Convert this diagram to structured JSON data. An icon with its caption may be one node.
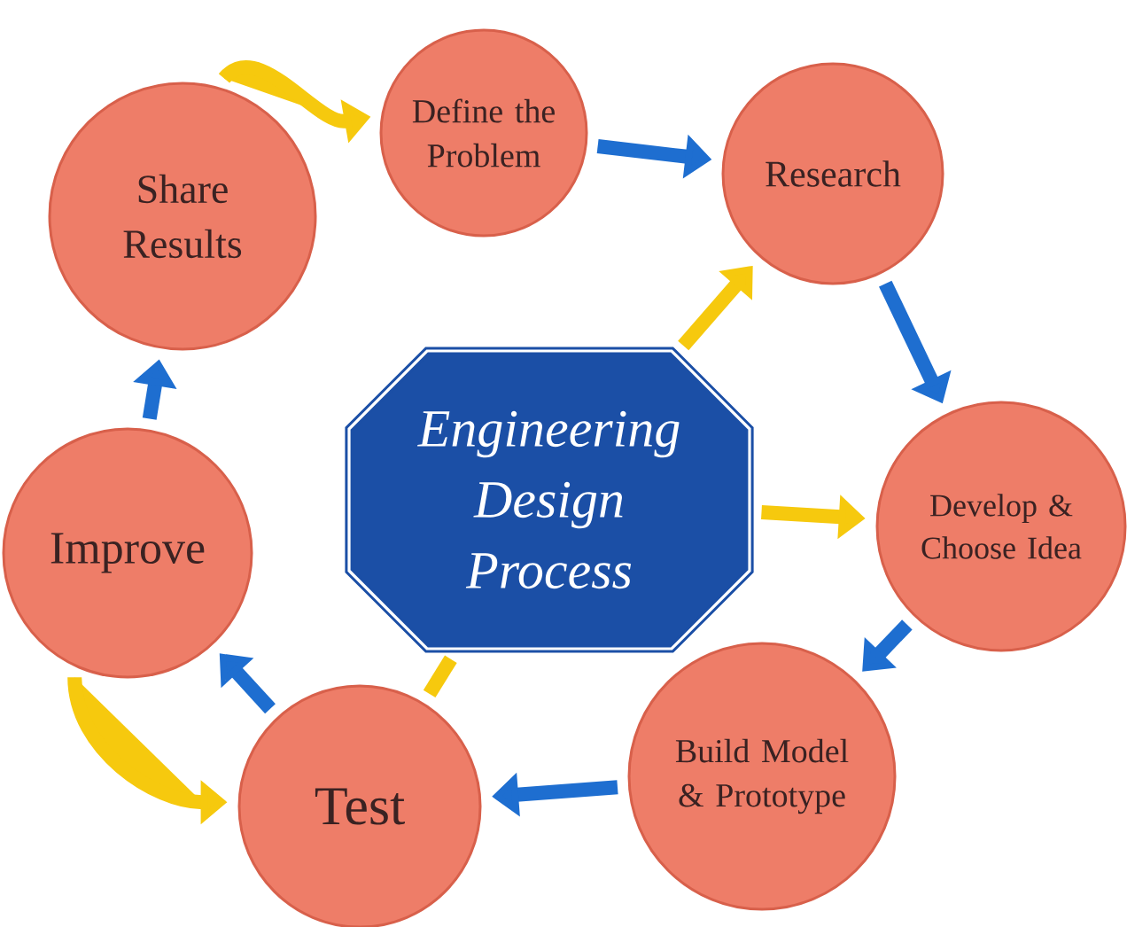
{
  "diagram": {
    "nodes": [
      {
        "text": [
          "Engineering Design Process"
        ]
      },
      {
        "text": [
          "Define the Problem"
        ]
      },
      {
        "text": [
          "Research"
        ]
      },
      {
        "text": [
          "Develop & Choose Idea"
        ]
      },
      {
        "text": [
          "Build Model & Prototype"
        ]
      },
      {
        "text": [
          "Test"
        ]
      },
      {
        "text": [
          "Improve"
        ]
      },
      {
        "text": [
          "Share Results"
        ]
      }
    ],
    "edges": [
      {
        "from": 1,
        "to": 2,
        "arrow": "to"
      },
      {
        "from": 2,
        "to": 3,
        "arrow": "to"
      },
      {
        "from": 3,
        "to": 4,
        "arrow": "to"
      },
      {
        "from": 4,
        "to": 5,
        "arrow": "to"
      },
      {
        "from": 5,
        "to": 6,
        "arrow": "to"
      },
      {
        "from": 6,
        "to": 7,
        "arrow": "to"
      },
      {
        "from": 7,
        "to": 1,
        "arrow": "to",
        "color": "#f6c90e"
      },
      {
        "from": 0,
        "to": 2,
        "arrow": "to",
        "color": "#f6c90e"
      },
      {
        "from": 0,
        "to": 3,
        "arrow": "to",
        "color": "#f6c90e"
      },
      {
        "from": 0,
        "to": 5,
        "arrow": "none",
        "color": "#f6c90e"
      },
      {
        "from": 6,
        "to": 5,
        "arrow": "to",
        "color": "#f6c90e"
      }
    ]
  }
}
